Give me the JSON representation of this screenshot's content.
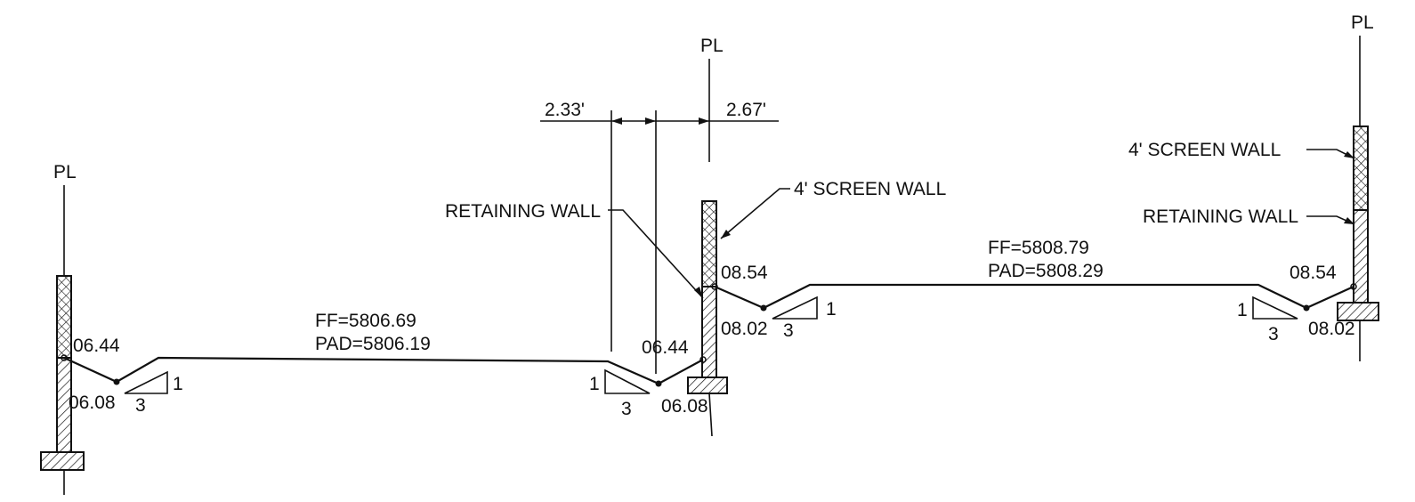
{
  "property_line_symbol": "PL",
  "dimensions": {
    "left": "2.33'",
    "right": "2.67'"
  },
  "lot_left": {
    "ff": "FF=5806.69",
    "pad": "PAD=5806.19"
  },
  "lot_right": {
    "ff": "FF=5808.79",
    "pad": "PAD=5808.29"
  },
  "elevations": {
    "e1": "06.44",
    "e2": "06.08",
    "e3": "06.44",
    "e4": "06.08",
    "e5": "08.54",
    "e6": "08.02",
    "e7": "08.54",
    "e8": "08.02"
  },
  "slope": {
    "rise": "1",
    "run": "3"
  },
  "labels": {
    "retaining_wall": "RETAINING WALL",
    "screen_wall": "4' SCREEN WALL"
  }
}
